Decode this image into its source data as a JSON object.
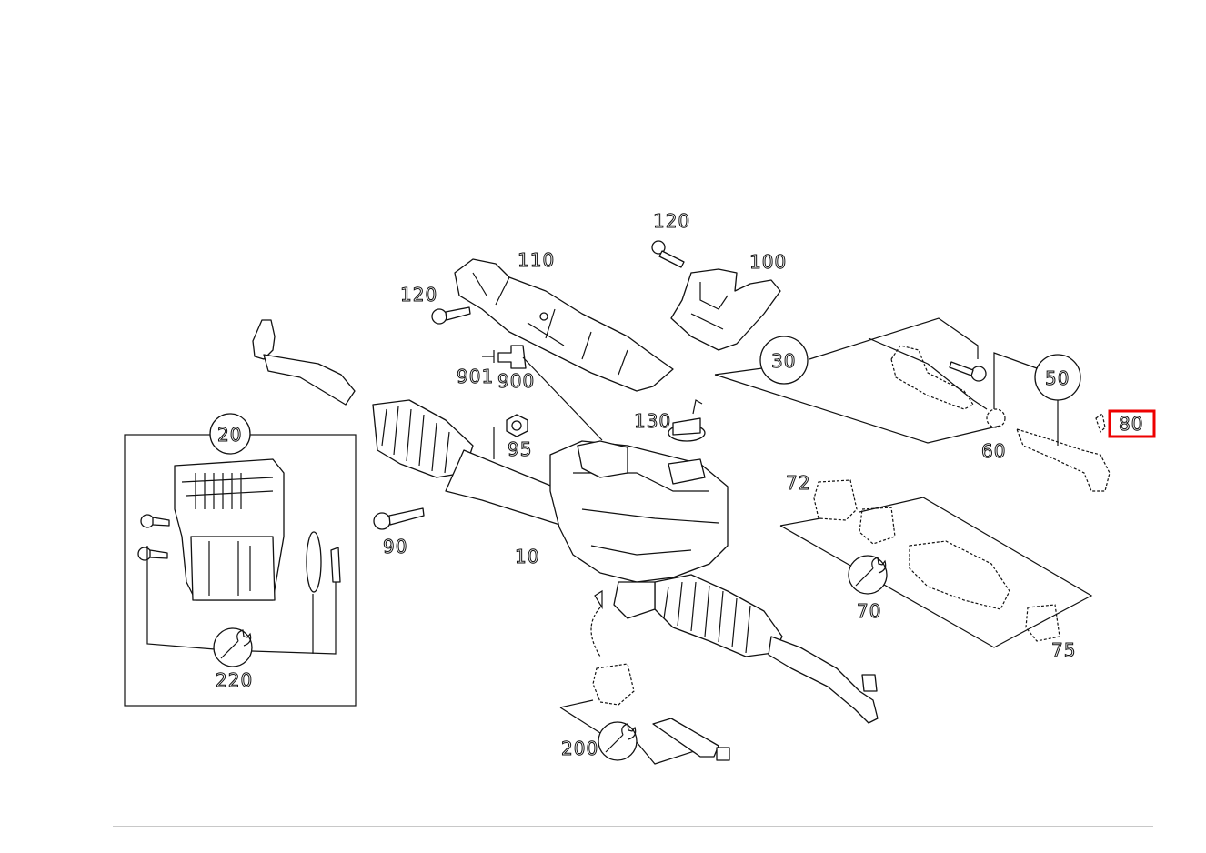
{
  "diagram": {
    "highlight_color": "#ee0000",
    "highlighted_callout": "80",
    "labels": {
      "c10": "10",
      "c20": "20",
      "c30": "30",
      "c50": "50",
      "c60": "60",
      "c70": "70",
      "c72": "72",
      "c75": "75",
      "c80": "80",
      "c90": "90",
      "c95": "95",
      "c100": "100",
      "c110": "110",
      "c120a": "120",
      "c120b": "120",
      "c130": "130",
      "c200": "200",
      "c220": "220",
      "c900": "900",
      "c901": "901"
    },
    "icons": [
      "wrench-icon",
      "grease-tube-icon"
    ]
  }
}
